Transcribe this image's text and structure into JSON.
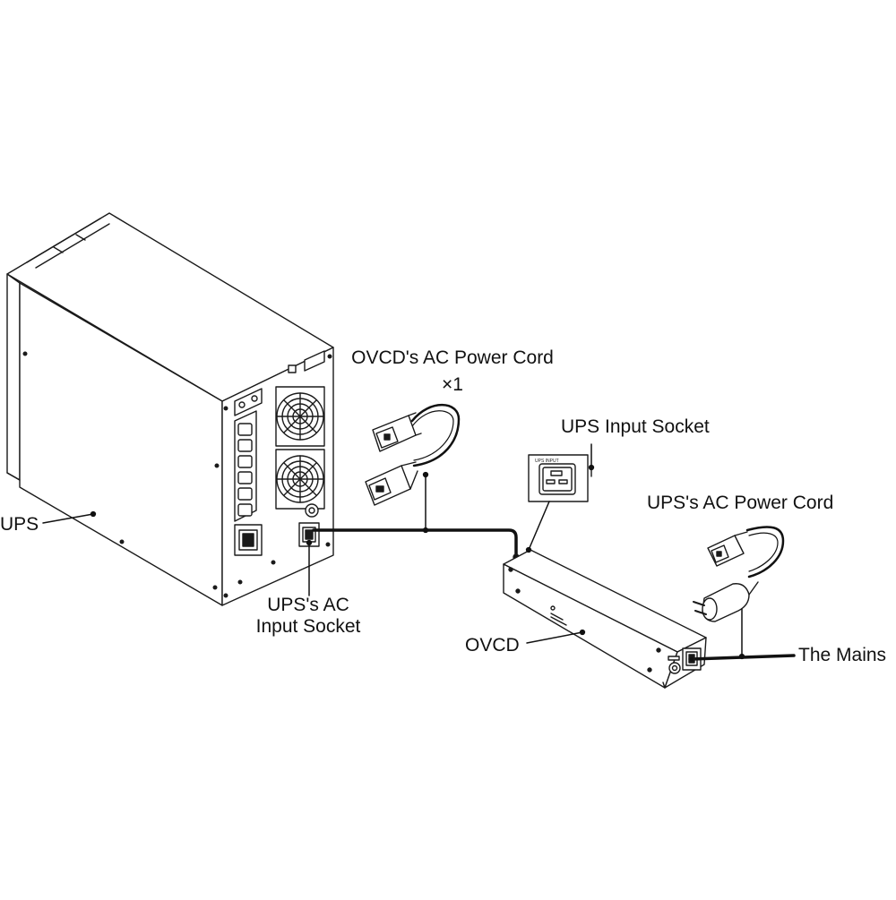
{
  "labels": {
    "ups": "UPS",
    "ovcd_cord_line1": "OVCD's AC Power Cord",
    "ovcd_cord_line2": "×1",
    "ups_input_socket": "UPS Input Socket",
    "ups_cord": "UPS's AC Power Cord",
    "ups_ac_input_line1": "UPS's AC",
    "ups_ac_input_line2": "Input Socket",
    "ovcd": "OVCD",
    "the_mains": "The Mains",
    "socket_caption": "UPS INPUT"
  },
  "colors": {
    "line": "#1a1a1a",
    "cable": "#111111",
    "background": "#ffffff"
  }
}
